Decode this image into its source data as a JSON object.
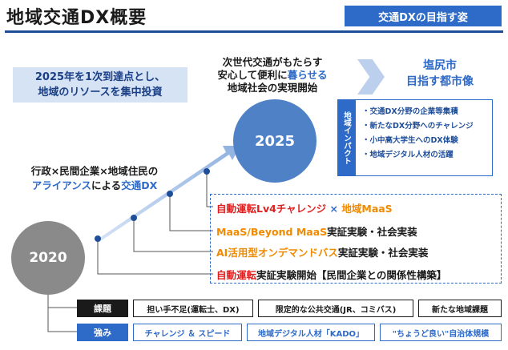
{
  "header": {
    "title": "地域交通DX概要",
    "badge": "交通DXの目指す姿"
  },
  "policy": {
    "line1": "2025年を1次到達点とし、",
    "line2": "地域のリソースを集中投資"
  },
  "vision": {
    "line1": "次世代交通がもたらす",
    "line2a": "安心して便利に",
    "line2b": "暮らせる",
    "line3": "地域社会の実現開始"
  },
  "goal": {
    "line1": "塩尻市",
    "line2": "目指す都市像"
  },
  "impact": {
    "label": "地域インパクト",
    "items": [
      "・交通DX分野の企業等集積",
      "・新たなDX分野へのチャレンジ",
      "・小中高大学生へのDX体験",
      "・地域デジタル人材の活躍"
    ]
  },
  "milestones": {
    "start": "2020",
    "target": "2025"
  },
  "alliance": {
    "line1": "行政×民間企業×地域住民の",
    "line2a": "アライアンス",
    "line2b": "による",
    "line2c": "交通DX"
  },
  "steps": [
    {
      "a": "自動運転Lv4チャレンジ",
      "b": " × ",
      "c": "地域MaaS"
    },
    {
      "a": "MaaS/Beyond MaaS",
      "b": "実証実験・社会実装"
    },
    {
      "a": "AI活用型オンデマンドバス",
      "b": "実証実験・社会実装"
    },
    {
      "a": "自動運転",
      "b": "実証実験開始【民間企業との関係性構築】"
    }
  ],
  "issues": {
    "label": "課題",
    "items": [
      "担い手不足(運転士、DX)",
      "限定的な公共交通(JR、コミバス)",
      "新たな地域課題"
    ]
  },
  "strengths": {
    "label": "強み",
    "items": [
      "チャレンジ ＆ スピード",
      "地域デジタル人材「KADO」",
      "\"ちょうど良い\"自治体規模"
    ]
  },
  "colors": {
    "accent": "#2e6ac8",
    "dark_blue": "#1f4e99",
    "red": "#e02020",
    "orange": "#f08a00",
    "grey": "#8a8a8a"
  }
}
